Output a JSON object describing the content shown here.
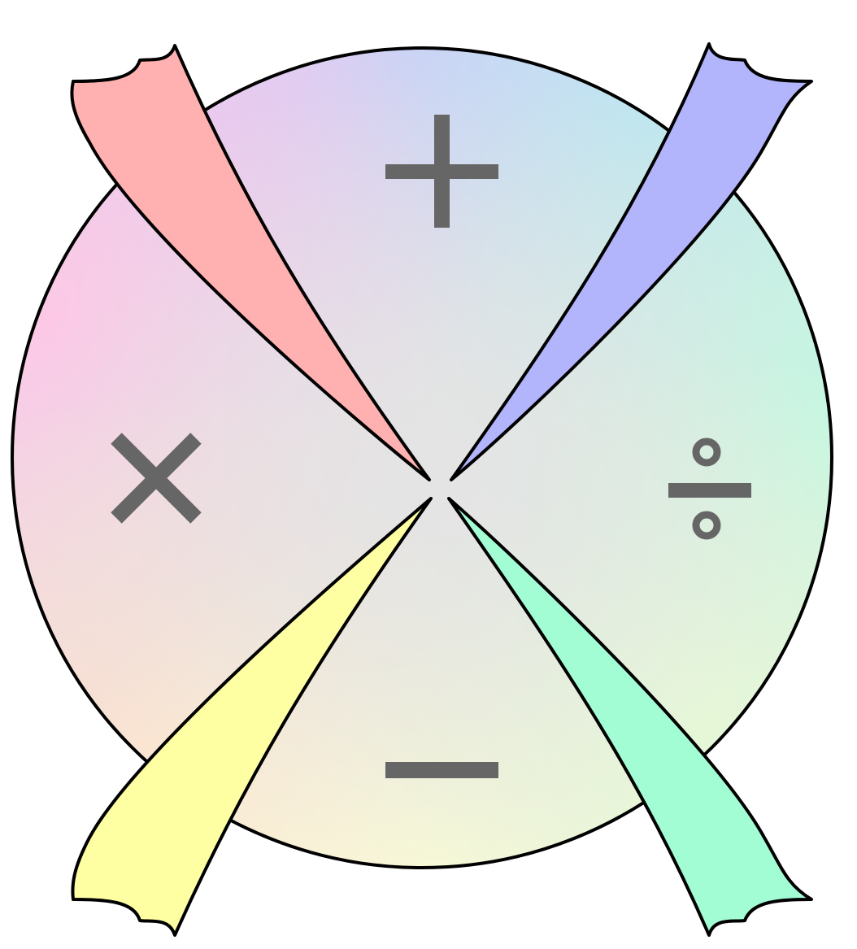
{
  "diagram": {
    "background": "#ffffff",
    "outline_color": "#000000",
    "symbol_color": "#666666",
    "disc_colors": {
      "top": "#cbcdf8",
      "top_left": "#dccbf4",
      "top_right": "#bfe2f2",
      "left": "#fcc8e6",
      "right": "#c0f8e2",
      "bottom_left": "#fde0cf",
      "bottom": "#fdfad5",
      "bottom_right": "#e6fad6",
      "center": "#e4e4e4"
    },
    "quadrants": [
      {
        "position": "top",
        "operation": "addition",
        "icon": "plus-icon"
      },
      {
        "position": "right",
        "operation": "division",
        "icon": "division-icon"
      },
      {
        "position": "bottom",
        "operation": "subtraction",
        "icon": "minus-icon"
      },
      {
        "position": "left",
        "operation": "multiplication",
        "icon": "times-icon"
      }
    ],
    "blades": [
      {
        "position": "top-left",
        "color": "#ffb0b0"
      },
      {
        "position": "top-right",
        "color": "#b2b4fc"
      },
      {
        "position": "bottom-left",
        "color": "#fefea2"
      },
      {
        "position": "bottom-right",
        "color": "#a2fcd4"
      }
    ]
  }
}
